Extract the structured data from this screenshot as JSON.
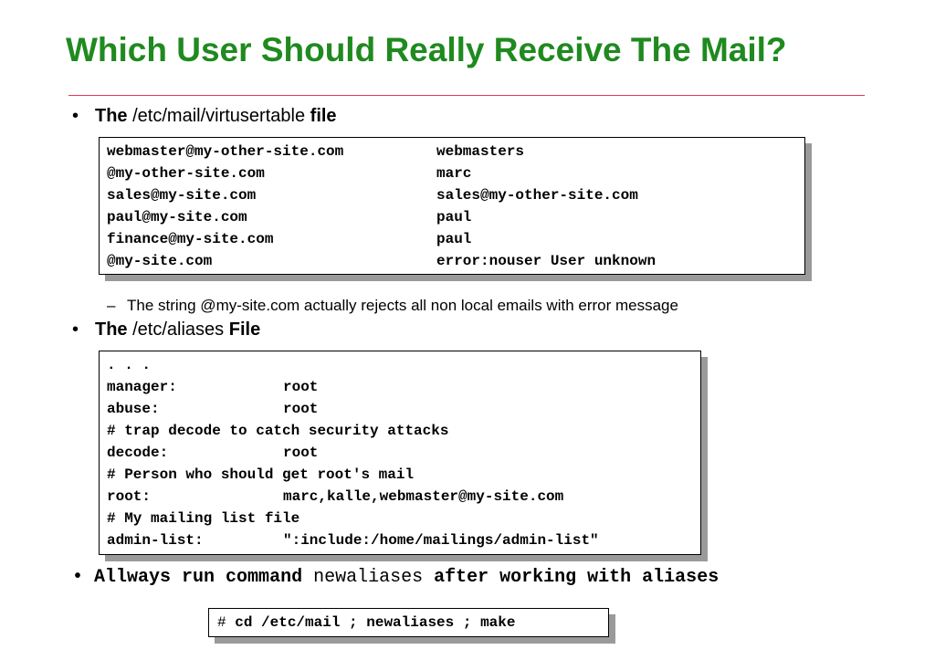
{
  "title": "Which User Should Really Receive The Mail?",
  "bullet1": {
    "bold_a": "The",
    "path": "/etc/mail/virtusertable",
    "bold_b": "file"
  },
  "virtusertable": [
    {
      "key": "webmaster@my-other-site.com",
      "value": "webmasters"
    },
    {
      "key": "@my-other-site.com",
      "value": "marc"
    },
    {
      "key": "sales@my-site.com",
      "value": "sales@my-other-site.com"
    },
    {
      "key": "paul@my-site.com",
      "value": "paul"
    },
    {
      "key": "finance@my-site.com",
      "value": "paul"
    },
    {
      "key": "@my-site.com",
      "value": "error:nouser User unknown"
    }
  ],
  "sub_note": "The string @my-site.com actually rejects all non local emails with error message",
  "bullet2": {
    "bold_a": "The",
    "path": "/etc/aliases",
    "bold_b": "File"
  },
  "aliases": [
    {
      "key": ". . .",
      "value": ""
    },
    {
      "key": "manager:",
      "value": "root"
    },
    {
      "key": "abuse:",
      "value": "root"
    },
    {
      "key": "# trap decode to catch security attacks",
      "value": ""
    },
    {
      "key": "decode:",
      "value": "root"
    },
    {
      "key": "# Person who should get root's mail",
      "value": ""
    },
    {
      "key": "root:",
      "value": "marc,kalle,webmaster@my-site.com"
    },
    {
      "key": "# My mailing list file",
      "value": ""
    },
    {
      "key": "admin-list:",
      "value": "\":include:/home/mailings/admin-list\""
    }
  ],
  "bullet3": {
    "text_a": "Allways run command",
    "cmd": "newaliases",
    "text_b": "after working with aliases"
  },
  "command": {
    "prompt": "#",
    "text": "cd /etc/mail ; newaliases ; make"
  }
}
